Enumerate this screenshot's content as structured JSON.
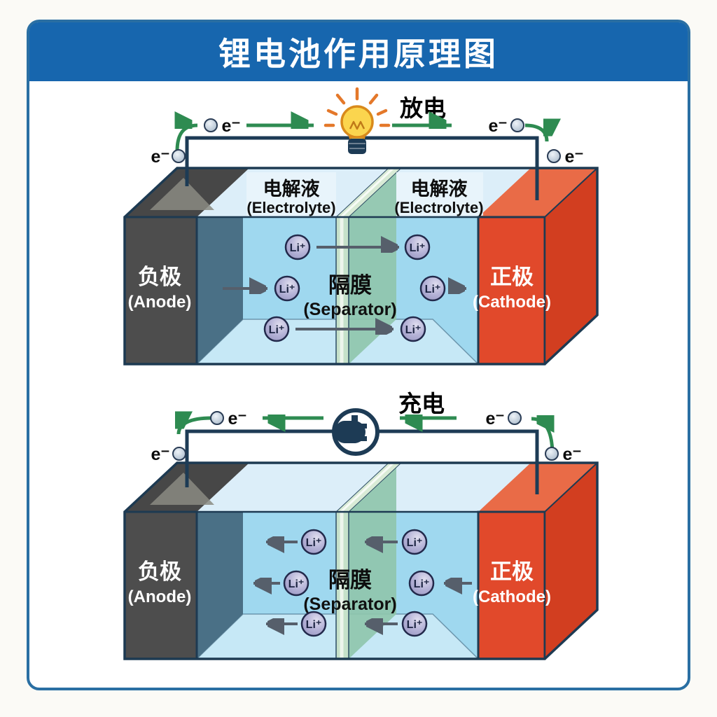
{
  "title": "锂电池作用原理图",
  "discharge": {
    "label": "放电"
  },
  "charge": {
    "label": "充电"
  },
  "labels": {
    "anode_zh": "负极",
    "anode_en": "(Anode)",
    "cathode_zh": "正极",
    "cathode_en": "(Cathode)",
    "separator_zh": "隔膜",
    "separator_en": "(Separator)",
    "electrolyte_zh": "电解液",
    "electrolyte_en": "(Electrolyte)"
  },
  "particles": {
    "ion": "Li⁺",
    "electron": "e⁻"
  },
  "icons": {
    "discharge_icon": "light-bulb-icon",
    "charge_icon": "power-plug-icon"
  },
  "colors": {
    "header_blue": "#1766ae",
    "frame_border": "#2a6fa3",
    "wire_navy": "#1d3b55",
    "electron_flow_green": "#2e8b51",
    "ion_flow_gray": "#565f6b",
    "anode_gray": "#4d4d4d",
    "cathode_red": "#e1492b",
    "electrolyte_blue": "#9fd8ef",
    "separator_green": "#c6e1ca",
    "ion_lavender": "#b3b1d6",
    "bulb_yellow": "#fbd54e"
  }
}
